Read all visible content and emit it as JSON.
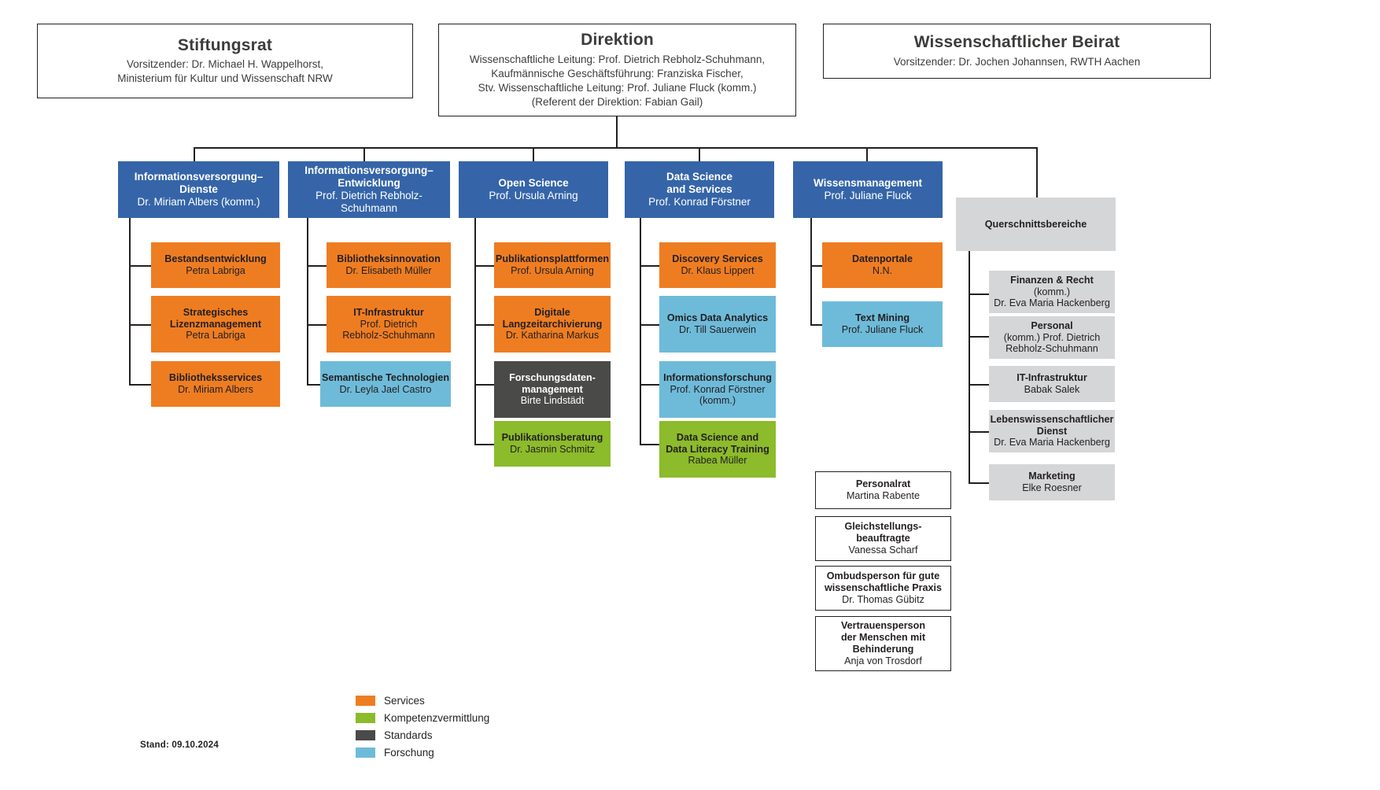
{
  "meta": {
    "stand": "Stand: 09.10.2024"
  },
  "top": {
    "stiftungsrat": {
      "title": "Stiftungsrat",
      "sub": "Vorsitzender: Dr. Michael H. Wappelhorst,\nMinisterium für Kultur und Wissenschaft NRW"
    },
    "direktion": {
      "title": "Direktion",
      "sub": "Wissenschaftliche Leitung: Prof. Dietrich Rebholz-Schuhmann,\nKaufmännische Geschäftsführung:  Franziska Fischer,\nStv. Wissenschaftliche Leitung: Prof. Juliane Fluck (komm.)\n(Referent der Direktion: Fabian Gail)"
    },
    "beirat": {
      "title": "Wissenschaftlicher Beirat",
      "sub": "Vorsitzender: Dr. Jochen Johannsen, RWTH Aachen"
    }
  },
  "departments": [
    {
      "title": "Informationsversorgung–\nDienste",
      "lead": "Dr. Miriam Albers (komm.)",
      "units": [
        {
          "title": "Bestandsentwicklung",
          "lead": "Petra Labriga",
          "color": "services"
        },
        {
          "title": "Strategisches\nLizenzmanagement",
          "lead": "Petra Labriga",
          "color": "services"
        },
        {
          "title": "Bibliotheksservices",
          "lead": "Dr. Miriam Albers",
          "color": "services"
        }
      ]
    },
    {
      "title": "Informationsversorgung–\nEntwicklung",
      "lead": "Prof. Dietrich Rebholz-Schuhmann",
      "units": [
        {
          "title": "Bibliotheksinnovation",
          "lead": "Dr. Elisabeth Müller",
          "color": "services"
        },
        {
          "title": "IT-Infrastruktur",
          "lead": "Prof. Dietrich\nRebholz-Schuhmann",
          "color": "services"
        },
        {
          "title": "Semantische Technologien",
          "lead": "Dr. Leyla Jael Castro",
          "color": "forschung"
        }
      ]
    },
    {
      "title": "Open Science",
      "lead": "Prof. Ursula Arning",
      "units": [
        {
          "title": "Publikationsplattformen",
          "lead": "Prof. Ursula Arning",
          "color": "services"
        },
        {
          "title": "Digitale\nLangzeitarchivierung",
          "lead": "Dr. Katharina Markus",
          "color": "services"
        },
        {
          "title": "Forschungsdaten-\nmanagement",
          "lead": "Birte Lindstädt",
          "color": "standards"
        },
        {
          "title": "Publikationsberatung",
          "lead": "Dr. Jasmin Schmitz",
          "color": "kompetenz"
        }
      ]
    },
    {
      "title": "Data Science\nand Services",
      "lead": "Prof. Konrad Förstner",
      "units": [
        {
          "title": "Discovery Services",
          "lead": "Dr. Klaus Lippert",
          "color": "services"
        },
        {
          "title": "Omics Data Analytics",
          "lead": "Dr. Till Sauerwein",
          "color": "forschung"
        },
        {
          "title": "Informationsforschung",
          "lead": "Prof. Konrad Förstner\n(komm.)",
          "color": "forschung"
        },
        {
          "title": "Data Science and\nData Literacy Training",
          "lead": "Rabea Müller",
          "color": "kompetenz"
        }
      ]
    },
    {
      "title": "Wissensmanagement",
      "lead": "Prof. Juliane Fluck",
      "units": [
        {
          "title": "Datenportale",
          "lead": "N.N.",
          "color": "services"
        },
        {
          "title": "Text Mining",
          "lead": "Prof. Juliane Fluck",
          "color": "forschung"
        }
      ]
    }
  ],
  "cross": {
    "title": "Querschnittsbereiche",
    "items": [
      {
        "title": "Finanzen & Recht",
        "lead": "(komm.)\nDr. Eva Maria Hackenberg"
      },
      {
        "title": "Personal",
        "lead": "(komm.) Prof. Dietrich\nRebholz-Schuhmann"
      },
      {
        "title": "IT-Infrastruktur",
        "lead": "Babak Salek"
      },
      {
        "title": "Lebenswissenschaftlicher\nDienst",
        "lead": "Dr. Eva Maria Hackenberg"
      },
      {
        "title": "Marketing",
        "lead": "Elke Roesner"
      }
    ]
  },
  "standalone": [
    {
      "title": "Personalrat",
      "lead": "Martina Rabente"
    },
    {
      "title": "Gleichstellungs-\nbeauftragte",
      "lead": "Vanessa Scharf"
    },
    {
      "title": "Ombudsperson für gute\nwissenschaftliche Praxis",
      "lead": "Dr. Thomas Gübitz"
    },
    {
      "title": "Vertrauensperson\nder Menschen mit\nBehinderung",
      "lead": "Anja von Trosdorf"
    }
  ],
  "legend": [
    {
      "label": "Services",
      "color": "#ee7d22"
    },
    {
      "label": "Kompetenzvermittlung",
      "color": "#8cbb2b"
    },
    {
      "label": "Standards",
      "color": "#4a4a49"
    },
    {
      "label": "Forschung",
      "color": "#6ebbd9"
    }
  ],
  "colors": {
    "services": "#ee7d22",
    "kompetenz": "#8cbb2b",
    "standards": "#4a4a49",
    "forschung": "#6ebbd9",
    "dept": "#3565a8",
    "gray": "#d5d6d8"
  }
}
